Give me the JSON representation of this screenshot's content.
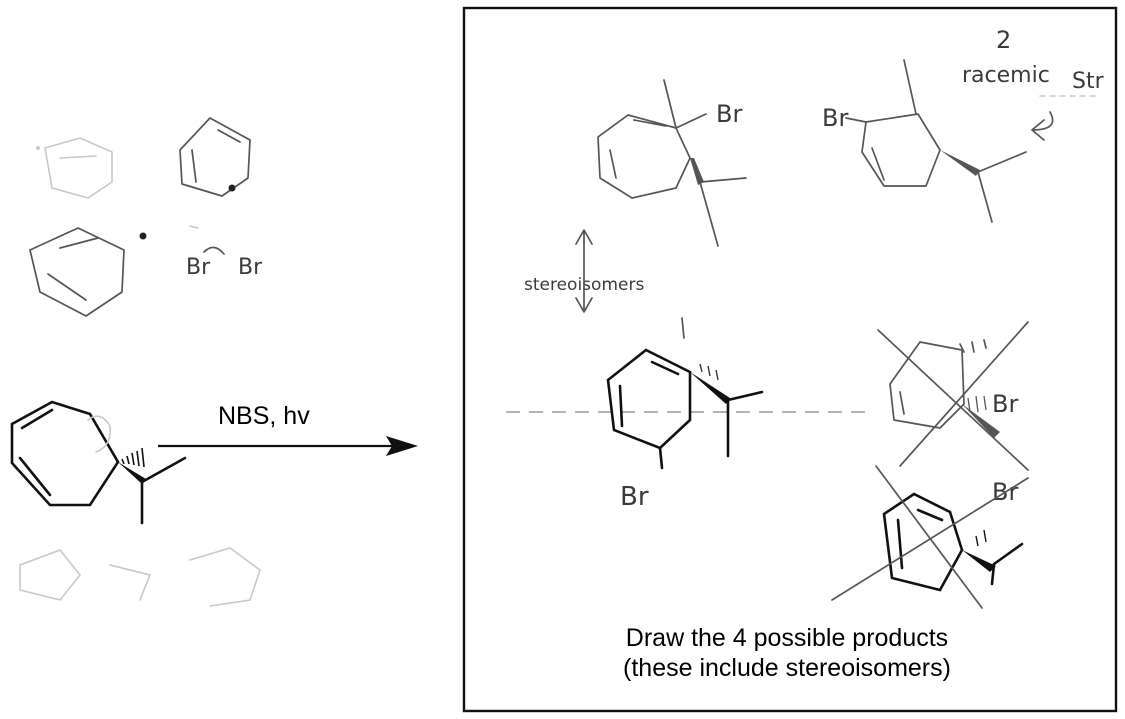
{
  "reagent_label": "NBS, hv",
  "prompt": {
    "line1": "Draw the 4 possible products",
    "line2": "(these include stereoisomers)"
  },
  "handwritten": {
    "racemic_num": "2",
    "racemic": "racemic",
    "str": "Str",
    "stereoisomers": "stereoisomers",
    "br_a": "Br",
    "br_b": "Br",
    "br_c": "Br",
    "br_d": "Br",
    "br_e": "Br",
    "scratch_br1": "Br",
    "scratch_br2": "Br"
  }
}
